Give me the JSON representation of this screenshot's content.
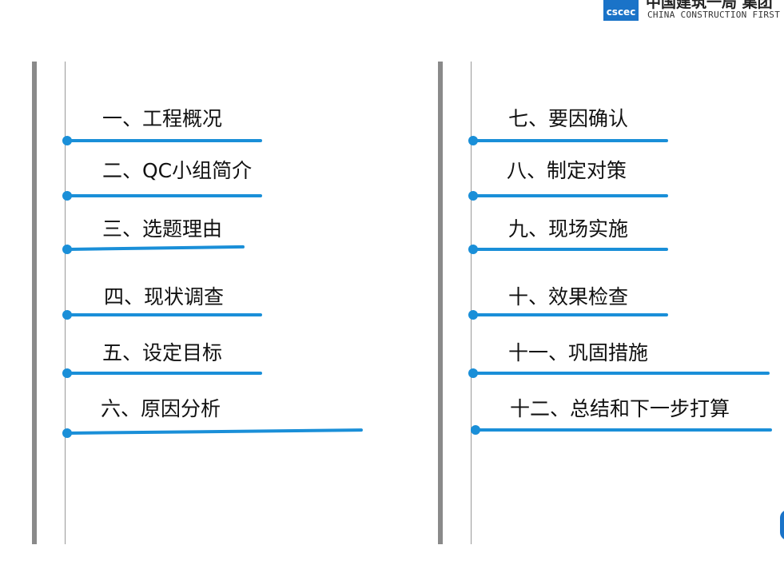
{
  "header": {
    "logo_mark": "cscec",
    "company_cn": "中国建筑一局 集团",
    "company_en": "CHINA CONSTRUCTION FIRST"
  },
  "columns": [
    {
      "items": [
        {
          "label": "一、工程概况"
        },
        {
          "label": "二、QC小组简介"
        },
        {
          "label": "三、选题理由"
        },
        {
          "label": "四、现状调查"
        },
        {
          "label": "五、设定目标"
        },
        {
          "label": "六、原因分析"
        }
      ]
    },
    {
      "items": [
        {
          "label": "七、要因确认"
        },
        {
          "label": "八、制定对策"
        },
        {
          "label": "九、现场实施"
        },
        {
          "label": "十、效果检查"
        },
        {
          "label": "十一、巩固措施"
        },
        {
          "label": "十二、总结和下一步打算"
        }
      ]
    }
  ],
  "colors": {
    "accent": "#1a8fd8",
    "bar": "#8a8a8a",
    "text": "#111111"
  }
}
